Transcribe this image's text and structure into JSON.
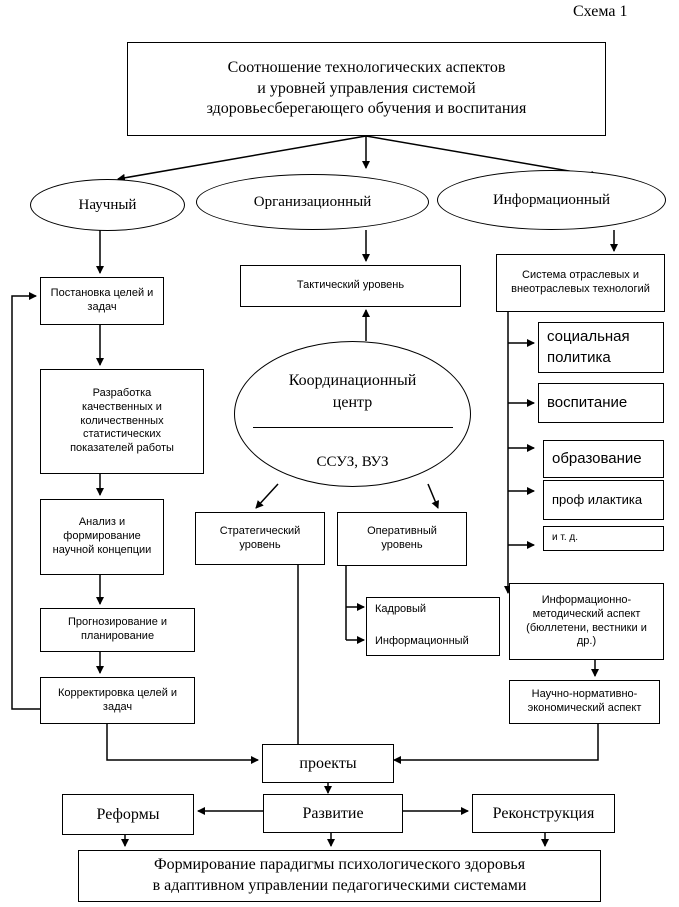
{
  "scheme_label": "Схема 1",
  "title": {
    "line1": "Соотношение  технологических  аспектов",
    "line2": "и  уровней  управления системой",
    "line3": "здоровьесберегающего обучения и воспитания"
  },
  "aspects": {
    "scientific": "Научный",
    "organizational": "Организационный",
    "informational": "Информационный"
  },
  "left_column": {
    "goals": "Постановка целей и задач",
    "development": "Разработка качественных и количественных статистических показателей работы",
    "analysis": "Анализ и формирование научной концепции",
    "forecast": "Прогнозирование и планирование",
    "correction": "Корректировка целей и задач"
  },
  "center": {
    "tactical": "Тактический уровень",
    "coord_title": "Координационный центр",
    "coord_sub": "ССУЗ, ВУЗ",
    "strategic": "Стратегический уровень",
    "operational": "Оперативный уровень",
    "personnel": "Кадровый",
    "informational_level": "Информационный"
  },
  "right_column": {
    "system": "Система отраслевых и внеотраслевых технологий",
    "social": "социальная политика",
    "upbringing": "воспитание",
    "education": "образование",
    "prevention": "проф илактика",
    "etc": "и т. д.",
    "info_method": "Информационно-методический аспект (бюллетени, вестники и др.)",
    "sci_norm": "Научно-нормативно-экономический аспект"
  },
  "bottom": {
    "projects": "проекты",
    "reforms": "Реформы",
    "growth": "Развитие",
    "reconstruction": "Реконструкция",
    "final_line1": "Формирование парадигмы психологического здоровья",
    "final_line2": "в адаптивном управлении педагогическими системами"
  }
}
